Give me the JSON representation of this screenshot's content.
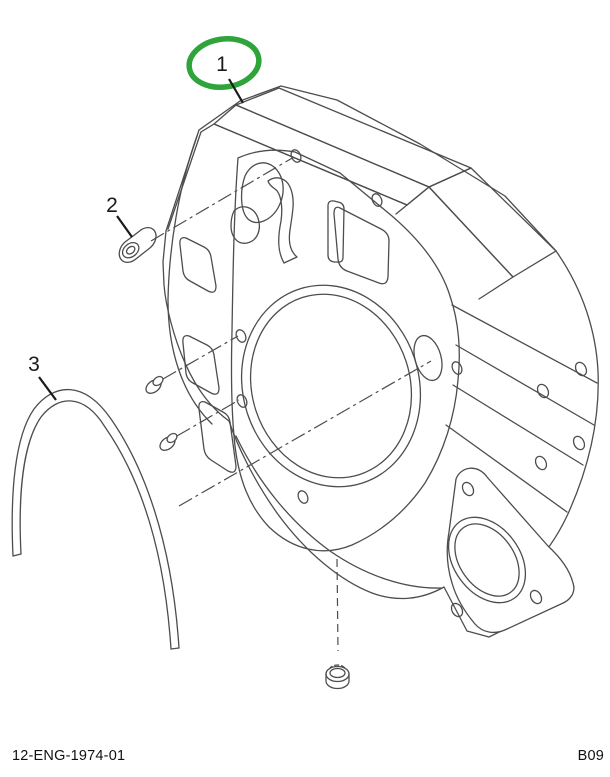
{
  "page": {
    "background": "#ffffff",
    "footer": {
      "part_code": "12-ENG-1974-01",
      "page_code": "B09"
    }
  },
  "diagram": {
    "type": "exploded-parts-line-drawing",
    "description": "Exploded view line drawing of a flywheel housing with mounting bolts, a dowel pin, a curved seal band and a bottom plug",
    "line_color": "#4d4d4d",
    "leader_color": "#1a1a1a",
    "highlight_color": "#2FA43A",
    "callouts": [
      {
        "label": "1",
        "highlighted": true
      },
      {
        "label": "2",
        "highlighted": false
      },
      {
        "label": "3",
        "highlighted": false
      }
    ]
  }
}
